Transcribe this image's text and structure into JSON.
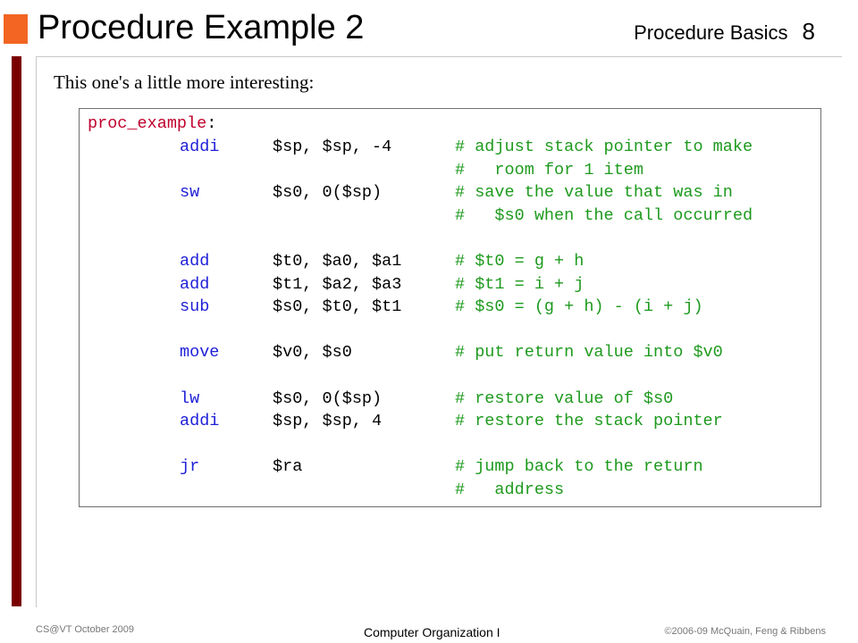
{
  "header": {
    "title": "Procedure Example 2",
    "section": "Procedure Basics",
    "page_number": "8"
  },
  "intro": "This one's a little more interesting:",
  "code": {
    "label": "proc_example",
    "label_suffix": ":",
    "lines": [
      {
        "op": "addi",
        "args": "$sp, $sp, -4",
        "comment": "# adjust stack pointer to make"
      },
      {
        "op": "",
        "args": "",
        "comment": "#   room for 1 item"
      },
      {
        "op": "sw",
        "args": "$s0, 0($sp)",
        "comment": "# save the value that was in"
      },
      {
        "op": "",
        "args": "",
        "comment": "#   $s0 when the call occurred"
      },
      {
        "op": "add",
        "args": "$t0, $a0, $a1",
        "comment": "# $t0 = g + h"
      },
      {
        "op": "add",
        "args": "$t1, $a2, $a3",
        "comment": "# $t1 = i + j"
      },
      {
        "op": "sub",
        "args": "$s0, $t0, $t1",
        "comment": "# $s0 = (g + h) - (i + j)"
      },
      {
        "op": "move",
        "args": "$v0, $s0",
        "comment": "# put return value into $v0"
      },
      {
        "op": "lw",
        "args": "$s0, 0($sp)",
        "comment": "# restore value of $s0"
      },
      {
        "op": "addi",
        "args": "$sp, $sp, 4",
        "comment": "# restore the stack pointer"
      },
      {
        "op": "jr",
        "args": "$ra",
        "comment": "# jump back to the return"
      },
      {
        "op": "",
        "args": "",
        "comment": "#   address"
      }
    ]
  },
  "footer": {
    "left": "CS@VT October 2009",
    "center": "Computer Organization I",
    "right": "©2006-09  McQuain, Feng & Ribbens"
  },
  "colors": {
    "accent": "#f26522",
    "bar": "#7a0000",
    "label": "#c0002c",
    "mnemonic": "#2020d8",
    "comment": "#1e9a1e"
  }
}
